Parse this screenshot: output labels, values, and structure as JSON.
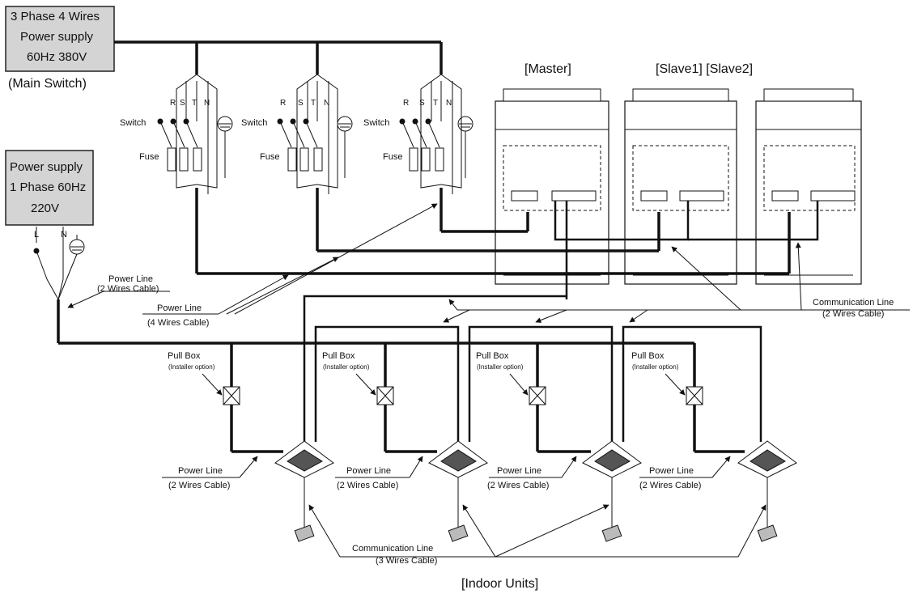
{
  "supply_3ph": {
    "line1": "3 Phase 4 Wires",
    "line2": "Power supply",
    "line3": "60Hz 380V"
  },
  "main_switch": "(Main Switch)",
  "supply_1ph": {
    "line1": "Power supply",
    "line2": "1 Phase 60Hz",
    "line3": "220V"
  },
  "terminal_L": "L",
  "terminal_N": "N",
  "phase_labels": [
    "R",
    "S",
    "T",
    "N"
  ],
  "switch_label": "Switch",
  "fuse_label": "Fuse",
  "outdoor": {
    "master": "[Master]",
    "slaves": "[Slave1]  [Slave2]"
  },
  "power_line_2w_top": {
    "line1": "Power Line",
    "line2": "(2 Wires Cable)"
  },
  "power_line_4w": {
    "line1": "Power Line",
    "line2": "(4 Wires Cable)"
  },
  "comm_line_2w": {
    "line1": "Communication Line",
    "line2": "(2 Wires Cable)"
  },
  "pull_box": {
    "line1": "Pull Box",
    "line2": "(Installer option)"
  },
  "power_line_2w_indoor": {
    "line1": "Power Line",
    "line2": "(2 Wires Cable)"
  },
  "comm_line_3w": {
    "line1": "Communication Line",
    "line2": "(3 Wires Cable)"
  },
  "indoor_units": "[Indoor Units]"
}
